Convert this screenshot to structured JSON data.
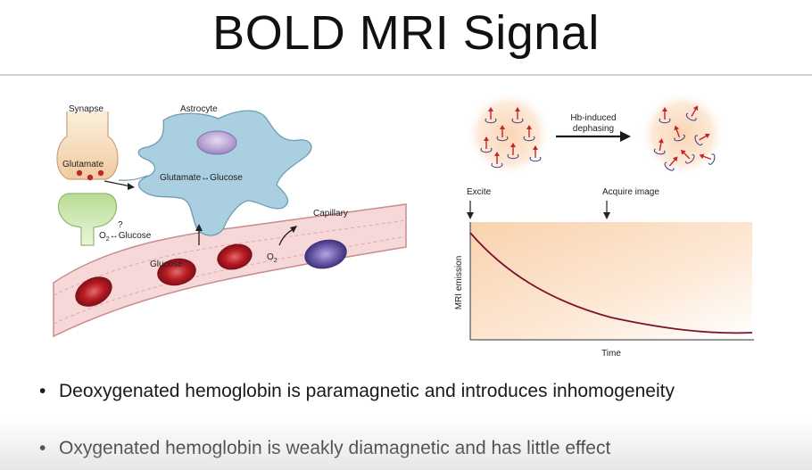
{
  "title": "BOLD MRI Signal",
  "left_figure": {
    "synapse": "Synapse",
    "astrocyte": "Astrocyte",
    "glutamate": "Glutamate",
    "glutamate_glucose": "Glutamate↔Glucose",
    "o2": "O",
    "o2_sub": "2",
    "question": "?",
    "o2_glucose_rest": "↔Glucose",
    "capillary": "Capillary",
    "glucose": "Glucose",
    "o2_cap": "O",
    "o2_cap_sub": "2"
  },
  "right_figure": {
    "hb_line1": "Hb-induced",
    "hb_line2": "dephasing",
    "excite": "Excite",
    "acquire": "Acquire image",
    "ylabel": "MRI emission",
    "xlabel": "Time"
  },
  "bullets": [
    "Deoxygenated hemoglobin is paramagnetic and introduces inhomogeneity",
    "Oxygenated hemoglobin is weakly diamagnetic and has little effect"
  ],
  "bullet_symbol": "•",
  "colors": {
    "astrocyte": "#a9cfe0",
    "rbc_oxy": "#b81c24",
    "rbc_deoxy": "#6b5aa8",
    "vessel": "#f6d8d8",
    "decay_curve": "#7a1230",
    "plot_fill": "#fbe3c8"
  }
}
